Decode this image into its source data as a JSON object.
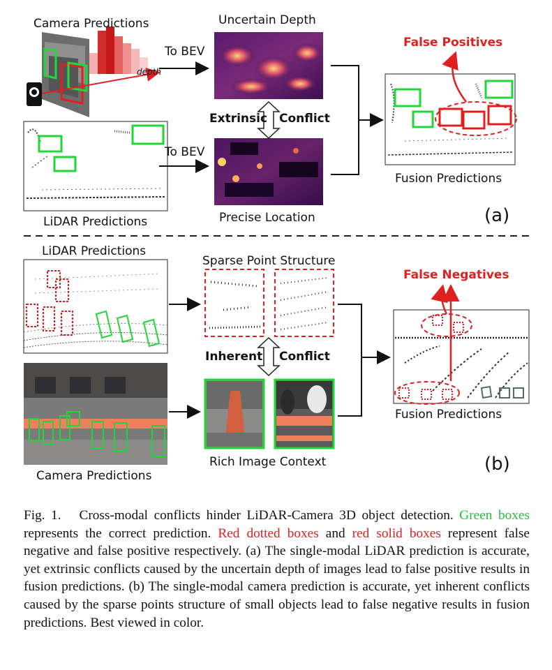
{
  "panel_a": {
    "camera_predictions": "Camera Predictions",
    "depth": "depth",
    "to_bev_top": "To BEV",
    "to_bev_bottom": "To BEV",
    "uncertain_depth": "Uncertain Depth",
    "extrinsic": "Extrinsic",
    "conflict": "Conflict",
    "precise_location": "Precise Location",
    "lidar_predictions": "LiDAR Predictions",
    "false_positives": "False Positives",
    "fusion_predictions": "Fusion Predictions",
    "tag": "(a)"
  },
  "panel_b": {
    "lidar_predictions": "LiDAR Predictions",
    "sparse_point_structure": "Sparse Point Structure",
    "inherent": "Inherent",
    "conflict": "Conflict",
    "rich_image_context": "Rich Image Context",
    "camera_predictions": "Camera Predictions",
    "false_negatives": "False Negatives",
    "fusion_predictions": "Fusion Predictions",
    "tag": "(b)"
  },
  "caption": {
    "fig": "Fig. 1.",
    "lead": "Cross-modal conflicts hinder LiDAR-Camera 3D object detection.",
    "green_boxes": "Green boxes",
    "t1": "represents the correct prediction.",
    "red_dotted": "Red dotted boxes",
    "t2": "and",
    "red_solid": "red solid boxes",
    "t3": "represent false negative and false positive respectively. (a) The single-modal LiDAR prediction is accurate, yet extrinsic conflicts caused by the uncertain depth of images lead to false positive results in fusion predictions. (b) The single-modal camera prediction is accurate, yet inherent conflicts caused by the sparse points structure of small objects lead to false negative results in fusion predictions. Best viewed in color."
  },
  "colors": {
    "green": "#22d63a",
    "red": "#e02020",
    "text": "#111111"
  }
}
